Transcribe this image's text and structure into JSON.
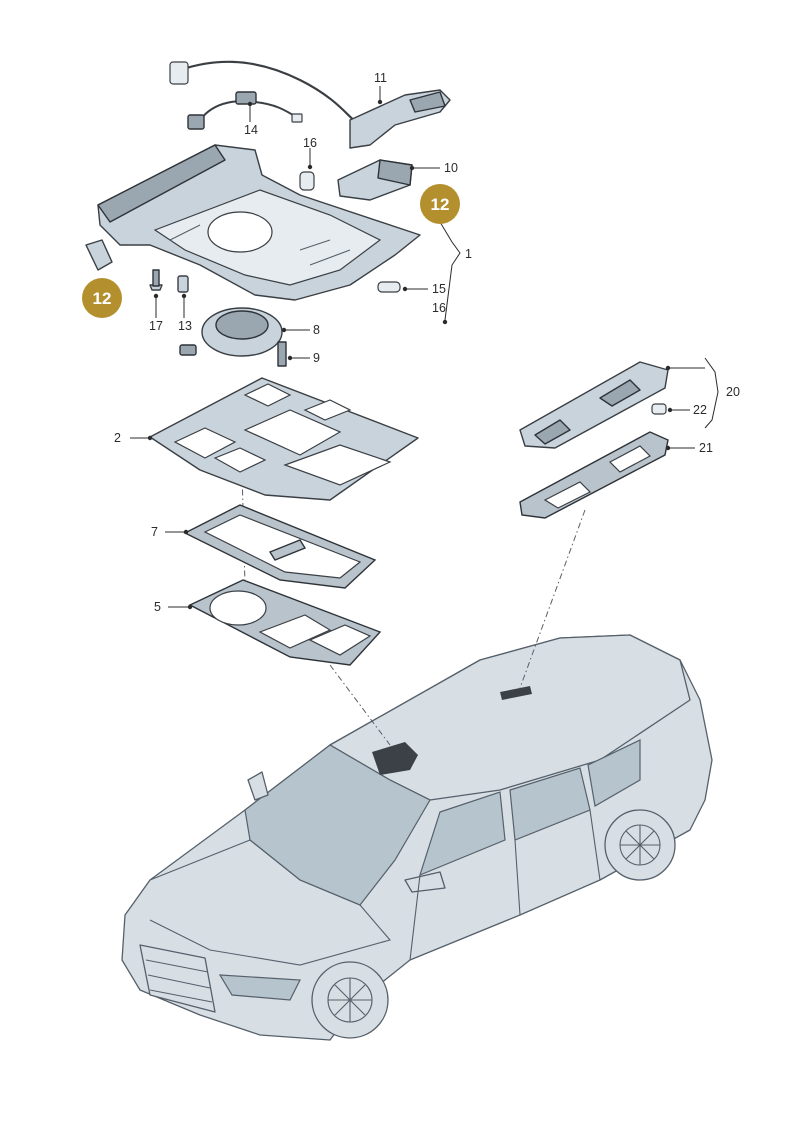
{
  "callouts": {
    "c11": "11",
    "c14": "14",
    "c16_top": "16",
    "c10": "10",
    "c1": "1",
    "c15": "15",
    "c16_bottom": "16",
    "c17": "17",
    "c13": "13",
    "c8": "8",
    "c9": "9",
    "c2": "2",
    "c7": "7",
    "c5": "5",
    "c20": "20",
    "c22": "22",
    "c21": "21"
  },
  "badges": {
    "badge_right": "12",
    "badge_left": "12"
  },
  "colors": {
    "badge": "#b38f2e",
    "part": "#c9d3db",
    "car": "#d7dfe5"
  }
}
